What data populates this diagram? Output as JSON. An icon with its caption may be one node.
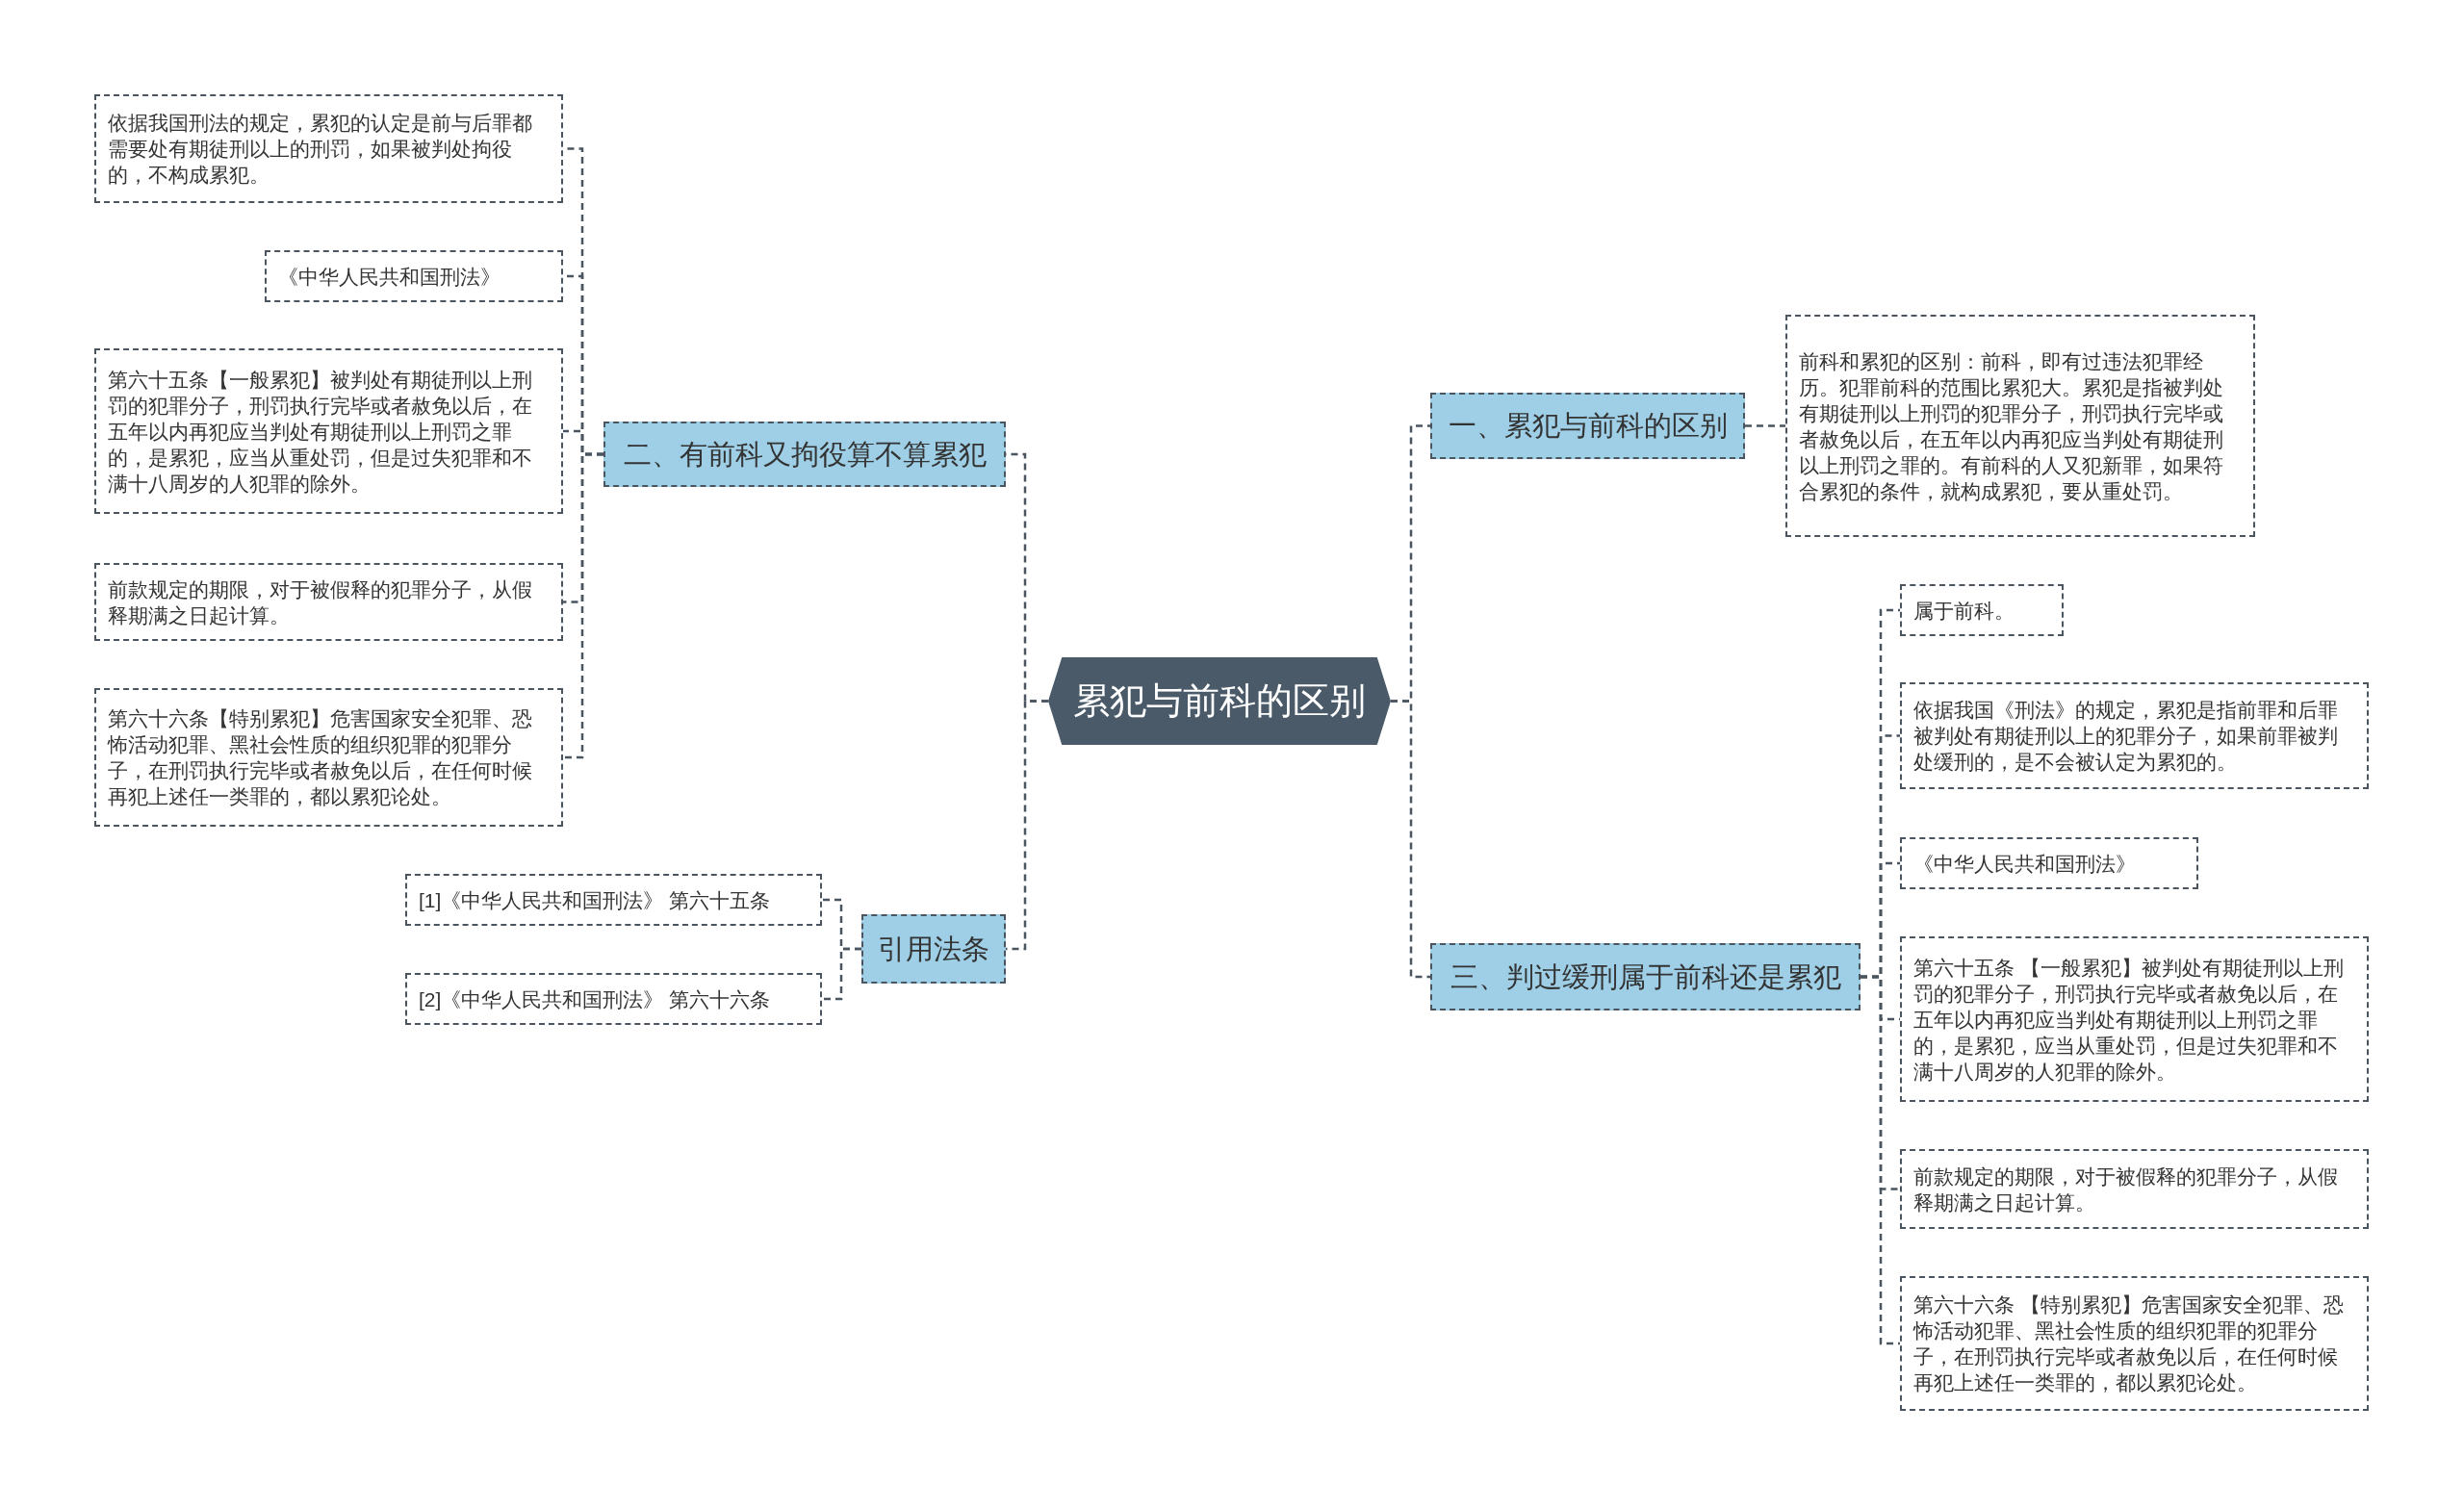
{
  "diagram": {
    "nodes": [
      {
        "text": [
          "累犯与前科的区别"
        ]
      },
      {
        "text": [
          "二、有前科又拘役算不算累犯"
        ]
      },
      {
        "text": [
          "依据我国刑法的规定，累犯的认定是前与后罪都需要处有期徒刑以上的刑罚，如果被判处拘役的，不构成累犯。"
        ]
      },
      {
        "text": [
          "《中华人民共和国刑法》"
        ]
      },
      {
        "text": [
          "第六十五条【一般累犯】被判处有期徒刑以上刑罚的犯罪分子，刑罚执行完毕或者赦免以后，在五年以内再犯应当判处有期徒刑以上刑罚之罪的，是累犯，应当从重处罚，但是过失犯罪和不满十八周岁的人犯罪的除外。"
        ]
      },
      {
        "text": [
          "前款规定的期限，对于被假释的犯罪分子，从假释期满之日起计算。"
        ]
      },
      {
        "text": [
          "第六十六条【特别累犯】危害国家安全犯罪、恐怖活动犯罪、黑社会性质的组织犯罪的犯罪分子，在刑罚执行完毕或者赦免以后，在任何时候再犯上述任一类罪的，都以累犯论处。"
        ]
      },
      {
        "text": [
          "引用法条"
        ]
      },
      {
        "text": [
          "[1]《中华人民共和国刑法》 第六十五条"
        ]
      },
      {
        "text": [
          "[2]《中华人民共和国刑法》 第六十六条"
        ]
      },
      {
        "text": [
          "一、累犯与前科的区别"
        ]
      },
      {
        "text": [
          "前科和累犯的区别：前科，即有过违法犯罪经历。犯罪前科的范围比累犯大。累犯是指被判处有期徒刑以上刑罚的犯罪分子，刑罚执行完毕或者赦免以后，在五年以内再犯应当判处有期徒刑以上刑罚之罪的。有前科的人又犯新罪，如果符合累犯的条件，就构成累犯，要从重处罚。"
        ]
      },
      {
        "text": [
          "三、判过缓刑属于前科还是累犯"
        ]
      },
      {
        "text": [
          "属于前科。"
        ]
      },
      {
        "text": [
          "依据我国《刑法》的规定，累犯是指前罪和后罪被判处有期徒刑以上的犯罪分子，如果前罪被判处缓刑的，是不会被认定为累犯的。"
        ]
      },
      {
        "text": [
          "《中华人民共和国刑法》"
        ]
      },
      {
        "text": [
          "第六十五条 【一般累犯】被判处有期徒刑以上刑罚的犯罪分子，刑罚执行完毕或者赦免以后，在五年以内再犯应当判处有期徒刑以上刑罚之罪的，是累犯，应当从重处罚，但是过失犯罪和不满十八周岁的人犯罪的除外。"
        ]
      },
      {
        "text": [
          "前款规定的期限，对于被假释的犯罪分子，从假释期满之日起计算。"
        ]
      },
      {
        "text": [
          "第六十六条 【特别累犯】危害国家安全犯罪、恐怖活动犯罪、黑社会性质的组织犯罪的犯罪分子，在刑罚执行完毕或者赦免以后，在任何时候再犯上述任一类罪的，都以累犯论处。"
        ]
      }
    ],
    "edges": [
      {
        "from": 0,
        "to": 1,
        "arrow": "none"
      },
      {
        "from": 1,
        "to": 2,
        "arrow": "none"
      },
      {
        "from": 1,
        "to": 3,
        "arrow": "none"
      },
      {
        "from": 1,
        "to": 4,
        "arrow": "none"
      },
      {
        "from": 1,
        "to": 5,
        "arrow": "none"
      },
      {
        "from": 1,
        "to": 6,
        "arrow": "none"
      },
      {
        "from": 0,
        "to": 7,
        "arrow": "none"
      },
      {
        "from": 7,
        "to": 8,
        "arrow": "none"
      },
      {
        "from": 7,
        "to": 9,
        "arrow": "none"
      },
      {
        "from": 0,
        "to": 10,
        "arrow": "none"
      },
      {
        "from": 10,
        "to": 11,
        "arrow": "none"
      },
      {
        "from": 0,
        "to": 12,
        "arrow": "none"
      },
      {
        "from": 12,
        "to": 13,
        "arrow": "none"
      },
      {
        "from": 12,
        "to": 14,
        "arrow": "none"
      },
      {
        "from": 12,
        "to": 15,
        "arrow": "none"
      },
      {
        "from": 12,
        "to": 16,
        "arrow": "none"
      },
      {
        "from": 12,
        "to": 17,
        "arrow": "none"
      },
      {
        "from": 12,
        "to": 18,
        "arrow": "none"
      }
    ]
  }
}
